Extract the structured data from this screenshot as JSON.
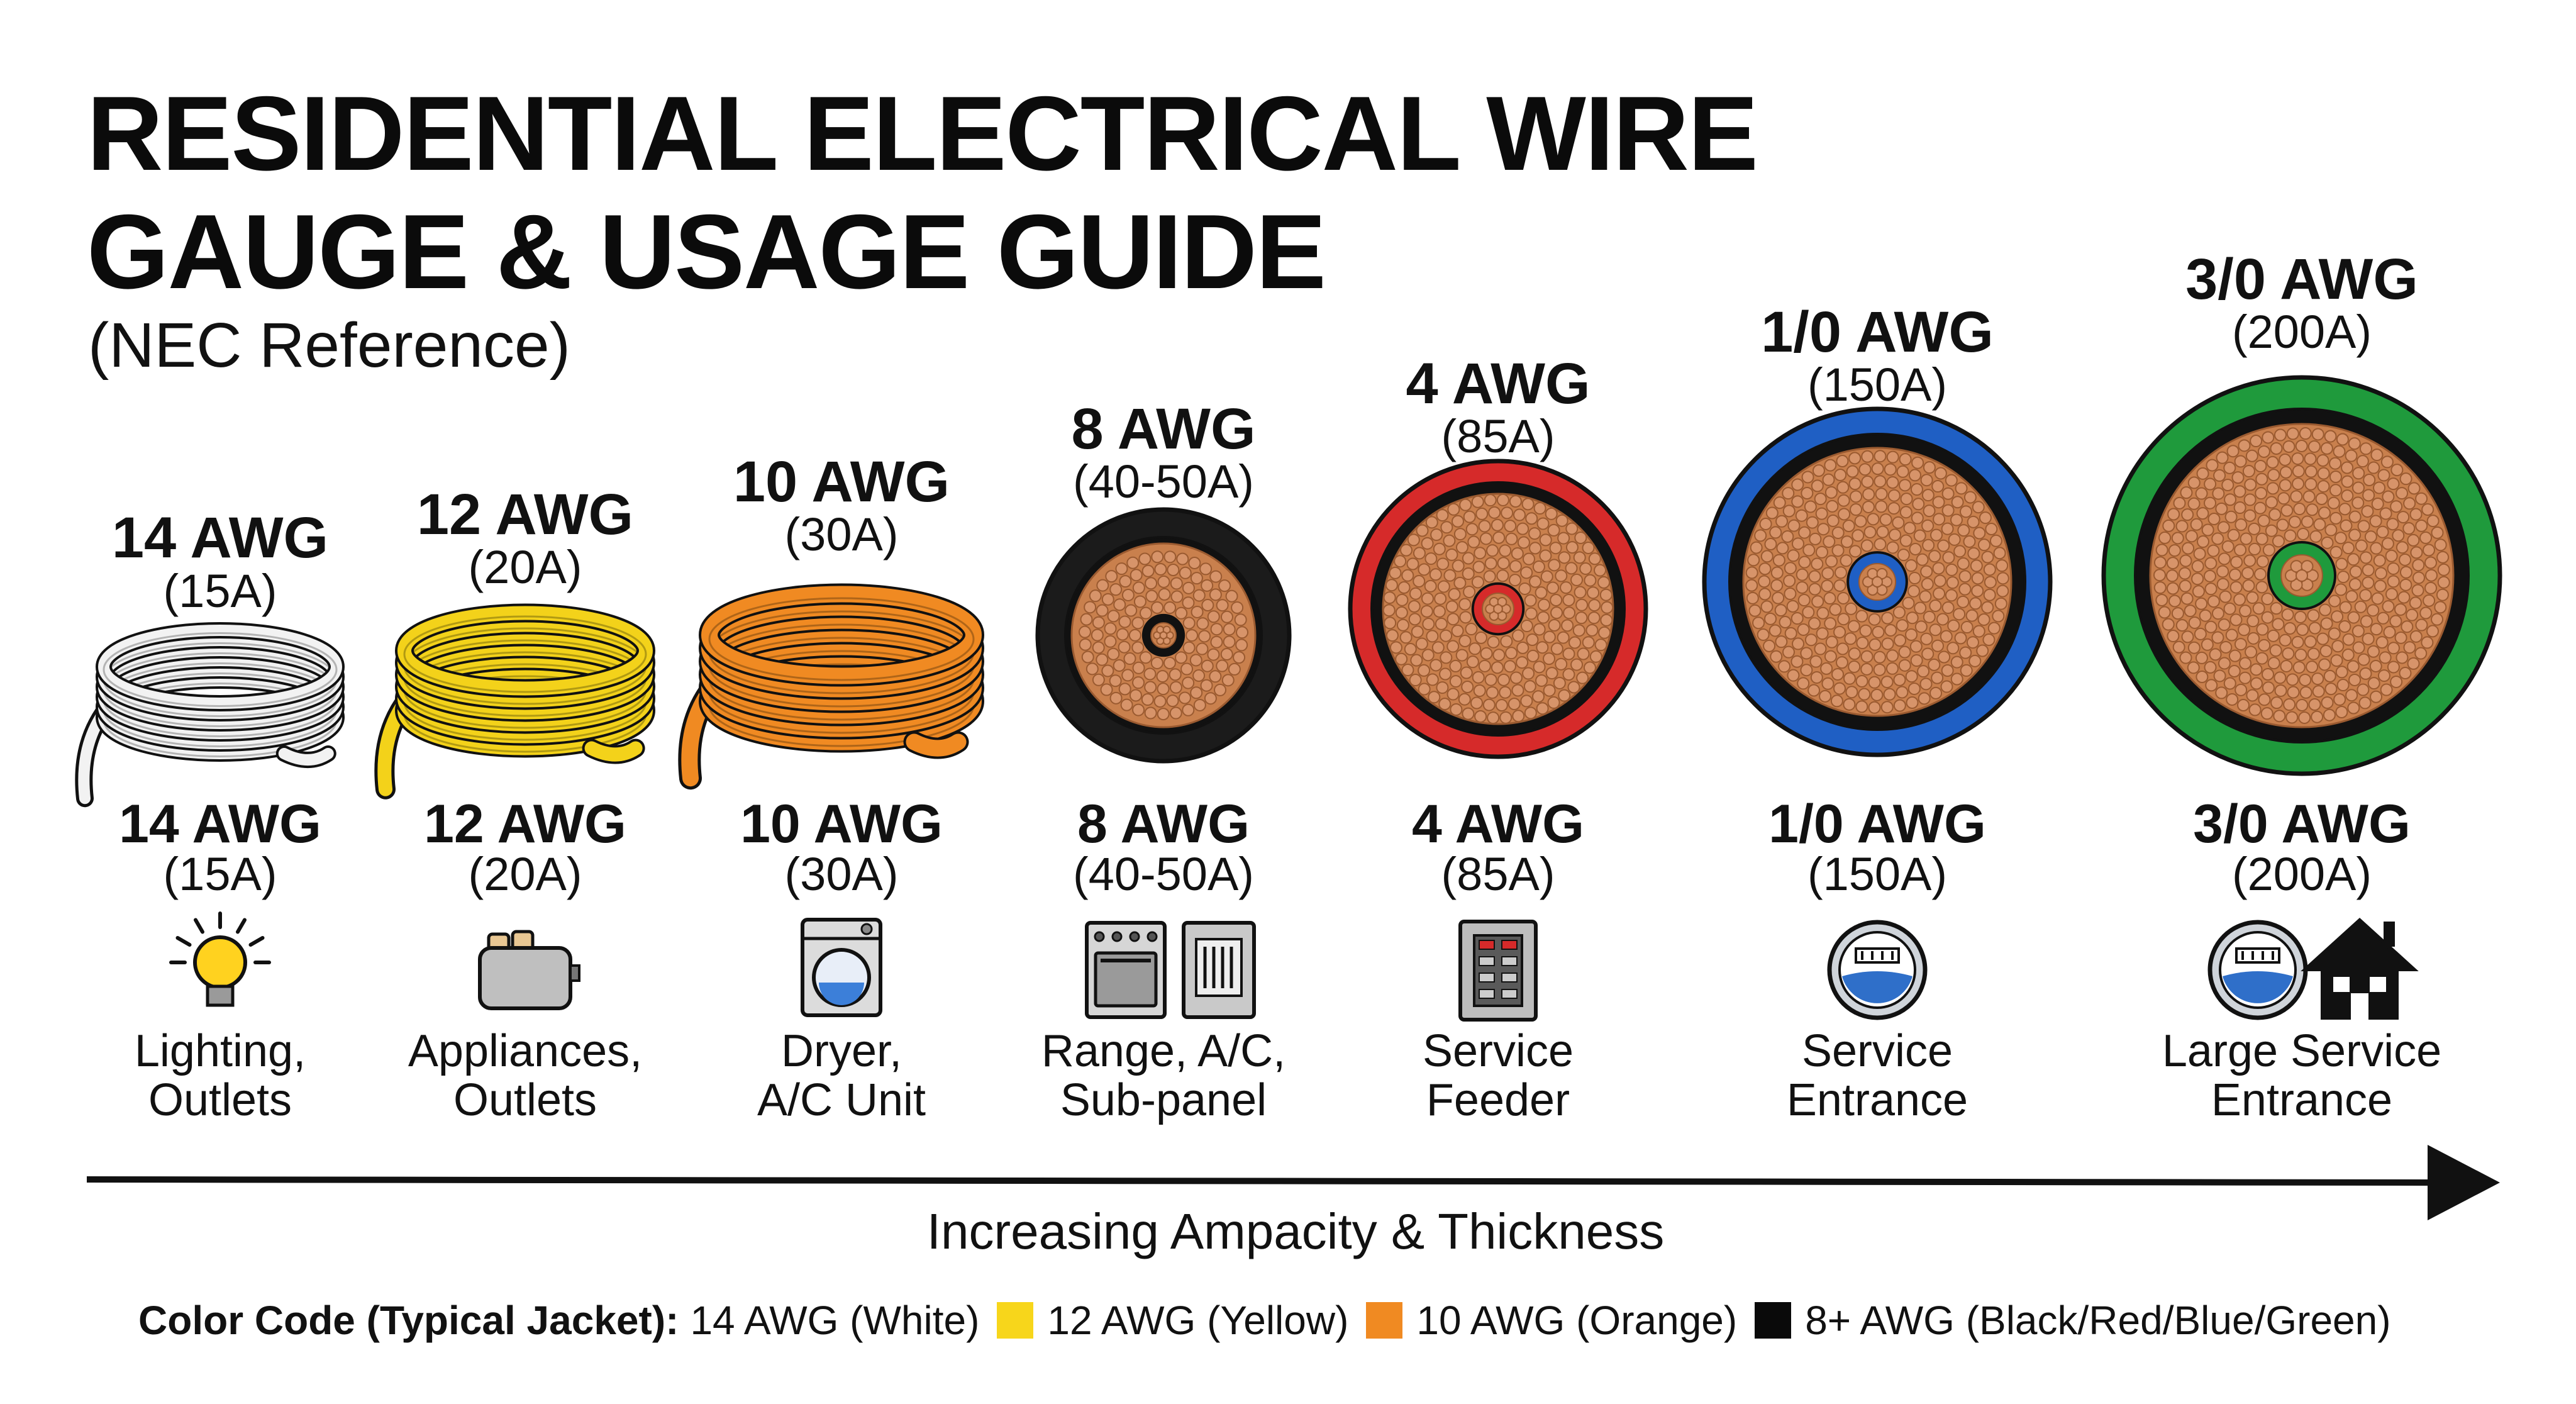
{
  "title": {
    "line1": "RESIDENTIAL ELECTRICAL WIRE",
    "line2": "GAUGE & USAGE GUIDE",
    "subtitle": "(NEC Reference)"
  },
  "wires": [
    {
      "gauge": "14 AWG",
      "amps": "(15A)",
      "usage": [
        "Lighting,",
        "Outlets"
      ],
      "jacket": "#f2f2f2",
      "icons": [
        "lightbulb-icon"
      ]
    },
    {
      "gauge": "12 AWG",
      "amps": "(20A)",
      "usage": [
        "Appliances,",
        "Outlets"
      ],
      "jacket": "#f3d21a",
      "icons": [
        "toaster-icon"
      ]
    },
    {
      "gauge": "10 AWG",
      "amps": "(30A)",
      "usage": [
        "Dryer,",
        "A/C Unit"
      ],
      "jacket": "#f08a22",
      "icons": [
        "washer-dryer-icon"
      ]
    },
    {
      "gauge": "8 AWG",
      "amps": "(40-50A)",
      "usage": [
        "Range, A/C,",
        "Sub-panel"
      ],
      "jacket": "#1b1b1b",
      "icons": [
        "range-oven-icon",
        "subpanel-icon"
      ]
    },
    {
      "gauge": "4 AWG",
      "amps": "(85A)",
      "usage": [
        "Service",
        "Feeder"
      ],
      "jacket": "#d62a2a",
      "icons": [
        "breaker-panel-icon"
      ]
    },
    {
      "gauge": "1/0 AWG",
      "amps": "(150A)",
      "usage": [
        "Service",
        "Entrance"
      ],
      "jacket": "#1f5fc4",
      "icons": [
        "electric-meter-icon"
      ]
    },
    {
      "gauge": "3/0 AWG",
      "amps": "(200A)",
      "usage": [
        "Large Service",
        "Entrance"
      ],
      "jacket": "#1f9a3c",
      "icons": [
        "electric-meter-icon",
        "house-icon"
      ]
    }
  ],
  "axis": {
    "label": "Increasing Ampacity & Thickness"
  },
  "legend": {
    "lead": "Color Code (Typical Jacket):",
    "items": [
      {
        "text": "14 AWG (White)",
        "color": ""
      },
      {
        "text": "12 AWG (Yellow)",
        "color": "#f7d61b"
      },
      {
        "text": "10 AWG (Orange)",
        "color": "#f08a22"
      },
      {
        "text": "8+ AWG (Black/Red/Blue/Green)",
        "color": "#0a0a0a"
      }
    ]
  },
  "colors": {
    "copper": "#c9804d",
    "copper_dark": "#9a5a30",
    "ink": "#111111"
  }
}
